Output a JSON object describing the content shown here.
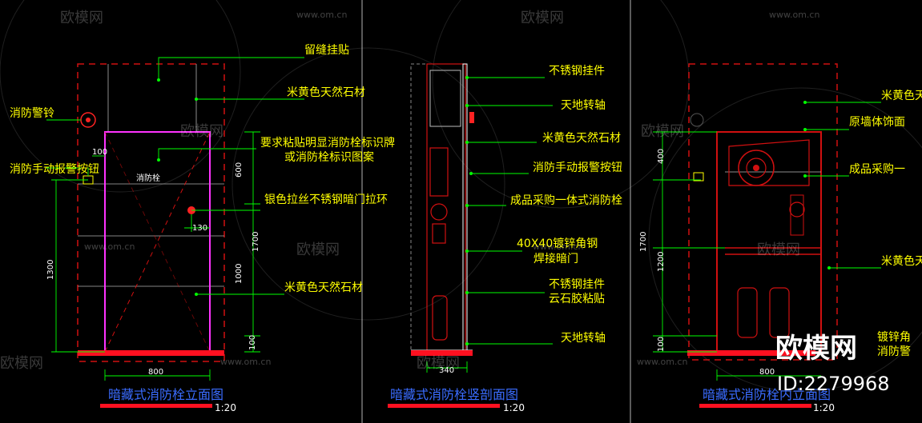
{
  "watermarks": {
    "brand": "欧模网",
    "url": "www.om.cn"
  },
  "brand_stamp": {
    "name": "欧模网",
    "id": "ID:2279968"
  },
  "panel1": {
    "title": "暗藏式消防栓立面图",
    "scale": "1:20",
    "labels": {
      "gap_hang": "留缝挂贴",
      "stone_top": "米黄色天然石材",
      "alarm_bell": "消防警铃",
      "sign_line1": "要求粘贴明显消防栓标识牌",
      "sign_line2": "或消防栓标识图案",
      "manual_alarm": "消防手动报警按钮",
      "handle": "银色拉丝不锈钢暗门拉环",
      "stone_bottom": "米黄色天然石材",
      "hydrant_tag": "消防栓"
    },
    "dims": {
      "d100": "100",
      "d600": "600",
      "d130": "130",
      "d1700": "1700",
      "d1000": "1000",
      "d1300": "1300",
      "d100b": "100",
      "d800": "800"
    }
  },
  "panel2": {
    "title": "暗藏式消防栓竖剖面图",
    "scale": "1:20",
    "labels": {
      "ss_hanger": "不锈钢挂件",
      "pivot_top": "天地转轴",
      "stone": "米黄色天然石材",
      "manual_alarm": "消防手动报警按钮",
      "cabinet": "成品采购一体式消防栓",
      "angle_l1": "40X40镀锌角钢",
      "angle_l2": "焊接暗门",
      "hanger_l1": "不锈钢挂件",
      "hanger_l2": "云石胶粘贴",
      "pivot_bottom": "天地转轴"
    },
    "dims": {
      "d340": "340"
    }
  },
  "panel3": {
    "title": "暗藏式消防栓内立面图",
    "scale": "1:20",
    "labels": {
      "stone_top": "米黄色天",
      "wall_finish": "原墙体饰面",
      "cabinet": "成品采购一",
      "stone_mid": "米黄色天",
      "angle": "镀锌角",
      "alarm": "消防警"
    },
    "dims": {
      "d400": "400",
      "d1700": "1700",
      "d1200": "1200",
      "d100": "100",
      "d800": "800"
    }
  }
}
